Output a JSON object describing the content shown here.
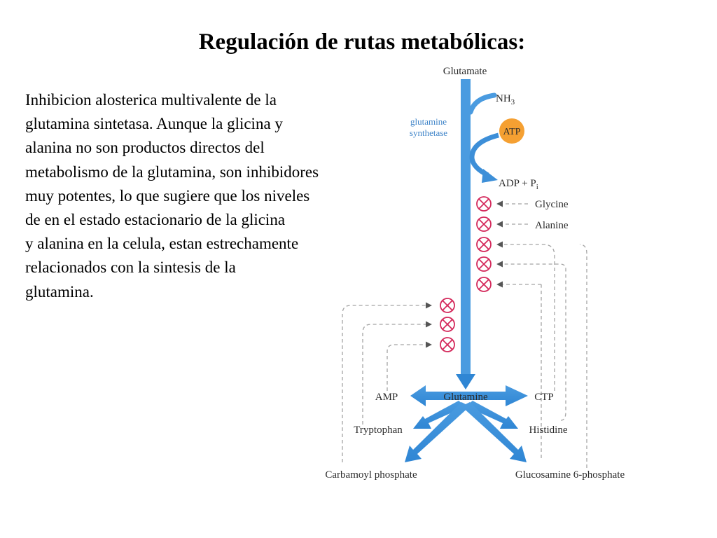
{
  "slide": {
    "title": "Regulación de rutas metabólicas:",
    "body_lines": [
      "Inhibicion alosterica multivalente de la",
      "glutamina sintetasa. Aunque la glicina y",
      "alanina no son productos directos del",
      "metabolismo de la glutamina, son inhibidores",
      "muy potentes, lo que sugiere que los niveles",
      "de en el estado estacionario de la glicina",
      "y alanina en la celula, estan estrechamente",
      "relacionados con la sintesis de la",
      "glutamina."
    ]
  },
  "diagram": {
    "substrate": "Glutamate",
    "enzyme_line1": "glutamine",
    "enzyme_line2": "synthetase",
    "cosubstrate": "NH",
    "cosubstrate_sub": "3",
    "cofactor": "ATP",
    "byproduct": "ADP + P",
    "byproduct_sub": "i",
    "product": "Glutamine",
    "inhibitors_direct": [
      "Glycine",
      "Alanine"
    ],
    "end_products": {
      "amp": "AMP",
      "ctp": "CTP",
      "tryptophan": "Tryptophan",
      "histidine": "Histidine",
      "carbamoyl_phosphate": "Carbamoyl phosphate",
      "glucosamine_6_phosphate": "Glucosamine 6-phosphate"
    },
    "colors": {
      "pathway_blue": "#3d8fd8",
      "atp_orange": "#f5a032",
      "inhibition_red": "#d42a5c",
      "feedback_gray": "#9a9a9a"
    }
  }
}
